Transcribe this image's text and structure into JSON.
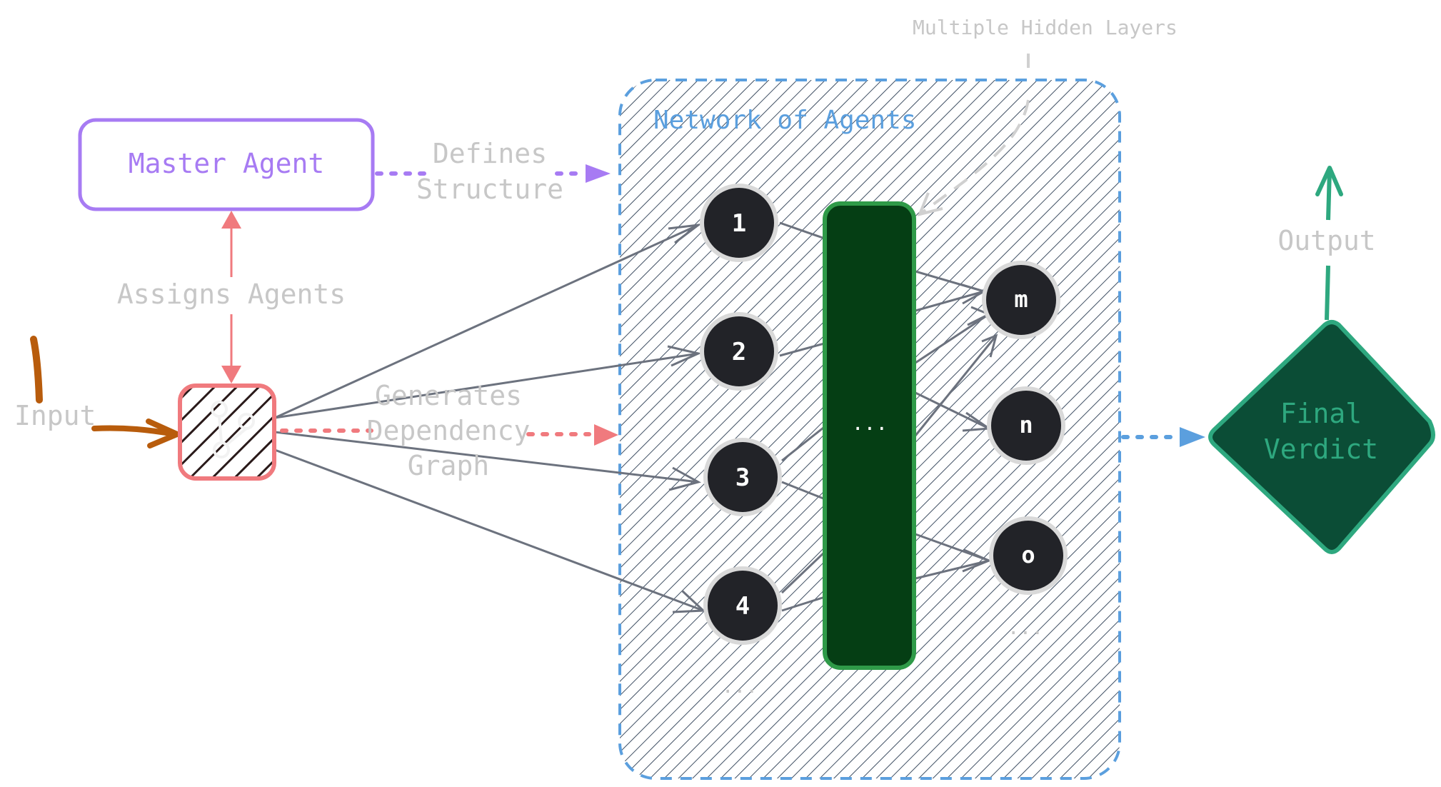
{
  "master_agent": {
    "label": "Master Agent"
  },
  "labels": {
    "defines": "Defines",
    "structure": "Structure",
    "assigns_agents": "Assigns Agents",
    "input": "Input",
    "generates": "Generates",
    "dependency": "Dependency",
    "graph": "Graph",
    "multiple_hidden_layers": "Multiple Hidden Layers",
    "network_of_agents": "Network of Agents",
    "output": "Output",
    "final": "Final",
    "verdict": "Verdict"
  },
  "input_nodes": [
    "1",
    "2",
    "3",
    "4"
  ],
  "output_nodes": [
    "m",
    "n",
    "o"
  ],
  "hidden_layer": {
    "label": "..."
  },
  "ellipsis": "...",
  "colors": {
    "master": "#a77bf3",
    "router": "#f07a7e",
    "input_arrow": "#b85c0c",
    "network_border": "#5b9fde",
    "hidden_fill": "#053e14",
    "hidden_stroke": "#2f9a48",
    "verdict_fill": "#0b4d36",
    "verdict_stroke": "#2ea87f",
    "node_fill": "#222328",
    "edge": "#6c727e"
  }
}
